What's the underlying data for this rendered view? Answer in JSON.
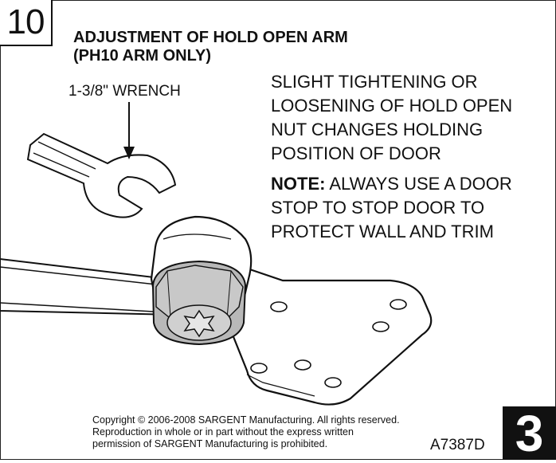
{
  "step": {
    "number": "10"
  },
  "heading": {
    "line1": "ADJUSTMENT OF HOLD OPEN ARM",
    "line2": "(PH10 ARM ONLY)"
  },
  "callout": {
    "wrench_label": "1-3/8\" WRENCH"
  },
  "instructions": {
    "line1": "SLIGHT TIGHTENING OR",
    "line2": "LOOSENING OF HOLD OPEN",
    "line3": "NUT CHANGES HOLDING",
    "line4": "POSITION OF DOOR",
    "note_prefix": "NOTE:",
    "note_line1": " ALWAYS USE A DOOR",
    "note_line2": "STOP TO STOP DOOR TO",
    "note_line3": "PROTECT WALL AND TRIM"
  },
  "footer": {
    "copyright_line1": "Copyright © 2006-2008 SARGENT Manufacturing. All rights reserved.",
    "copyright_line2": "Reproduction in whole or in part without the express written",
    "copyright_line3": "permission of SARGENT Manufacturing is prohibited.",
    "doc_code": "A7387D",
    "page_number": "3"
  },
  "colors": {
    "ink": "#111111",
    "nut_gray": "#b8b8b8",
    "paper": "#ffffff"
  }
}
